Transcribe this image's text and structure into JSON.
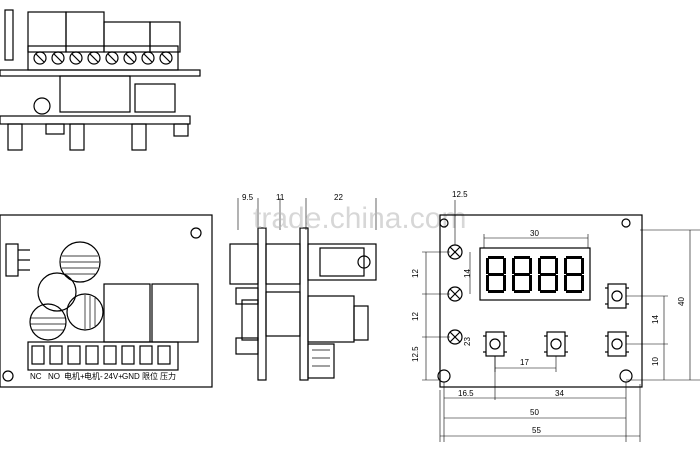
{
  "watermark": "trade.china.com",
  "terminal_labels": [
    "NC",
    "NO",
    "电机+",
    "电机-",
    "24V+",
    "GND",
    "限位",
    "压力"
  ],
  "side_view": {
    "dims": [
      "9.5",
      "11",
      "22"
    ]
  },
  "front_view": {
    "dims": {
      "top_offset": "12.5",
      "display_width": "30",
      "left_gap_upper": "12",
      "left_gap_lower": "12",
      "bottom_offset": "12.5",
      "led_gap": "14",
      "lower_led_offset": "23",
      "button_spacing": "17",
      "button_right_gap": "14",
      "button_bottom": "10",
      "overall_height": "40",
      "hole_left": "16.5",
      "hole_span": "34",
      "hole_total": "50",
      "board_width": "55"
    }
  }
}
